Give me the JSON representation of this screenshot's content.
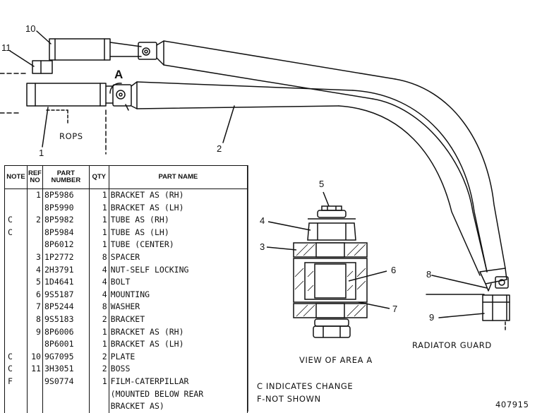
{
  "drawing": {
    "area_marker": "A",
    "rops_label": "ROPS",
    "view_caption": "VIEW OF AREA A",
    "radiator_label": "RADIATOR GUARD",
    "callouts": [
      "10",
      "11",
      "1",
      "2",
      "5",
      "4",
      "3",
      "6",
      "7",
      "8",
      "9"
    ],
    "drawing_number": "407915"
  },
  "legend": {
    "change_note": "C INDICATES CHANGE",
    "not_shown_note": "F-NOT SHOWN"
  },
  "parts_table": {
    "headers": {
      "note": "NOTE",
      "ref": "REF\nNO",
      "part_number": "PART\nNUMBER",
      "qty": "QTY",
      "part_name": "PART NAME"
    },
    "rows": [
      {
        "note": "",
        "ref": "1",
        "part_number": "8P5986",
        "qty": "1",
        "part_name": "BRACKET AS (RH)"
      },
      {
        "note": "",
        "ref": "",
        "part_number": "8P5990",
        "qty": "1",
        "part_name": "BRACKET AS (LH)"
      },
      {
        "note": "C",
        "ref": "2",
        "part_number": "8P5982",
        "qty": "1",
        "part_name": "TUBE AS (RH)"
      },
      {
        "note": "C",
        "ref": "",
        "part_number": "8P5984",
        "qty": "1",
        "part_name": "TUBE AS (LH)"
      },
      {
        "note": "",
        "ref": "",
        "part_number": "8P6012",
        "qty": "1",
        "part_name": "TUBE (CENTER)"
      },
      {
        "note": "",
        "ref": "3",
        "part_number": "1P2772",
        "qty": "8",
        "part_name": "SPACER"
      },
      {
        "note": "",
        "ref": "4",
        "part_number": "2H3791",
        "qty": "4",
        "part_name": "NUT-SELF LOCKING"
      },
      {
        "note": "",
        "ref": "5",
        "part_number": "1D4641",
        "qty": "4",
        "part_name": "BOLT"
      },
      {
        "note": "",
        "ref": "6",
        "part_number": "9S5187",
        "qty": "4",
        "part_name": "MOUNTING"
      },
      {
        "note": "",
        "ref": "7",
        "part_number": "8P5244",
        "qty": "8",
        "part_name": "WASHER"
      },
      {
        "note": "",
        "ref": "8",
        "part_number": "9S5183",
        "qty": "2",
        "part_name": "BRACKET"
      },
      {
        "note": "",
        "ref": "9",
        "part_number": "8P6006",
        "qty": "1",
        "part_name": "BRACKET AS (RH)"
      },
      {
        "note": "",
        "ref": "",
        "part_number": "8P6001",
        "qty": "1",
        "part_name": "BRACKET AS (LH)"
      },
      {
        "note": "C",
        "ref": "10",
        "part_number": "9G7095",
        "qty": "2",
        "part_name": "PLATE"
      },
      {
        "note": "C",
        "ref": "11",
        "part_number": "3H3051",
        "qty": "2",
        "part_name": "BOSS"
      },
      {
        "note": "F",
        "ref": "",
        "part_number": "9S0774",
        "qty": "1",
        "part_name": "FILM-CATERPILLAR"
      },
      {
        "note": "",
        "ref": "",
        "part_number": "",
        "qty": "",
        "part_name": "(MOUNTED BELOW REAR"
      },
      {
        "note": "",
        "ref": "",
        "part_number": "",
        "qty": "",
        "part_name": "BRACKET AS)"
      }
    ]
  }
}
